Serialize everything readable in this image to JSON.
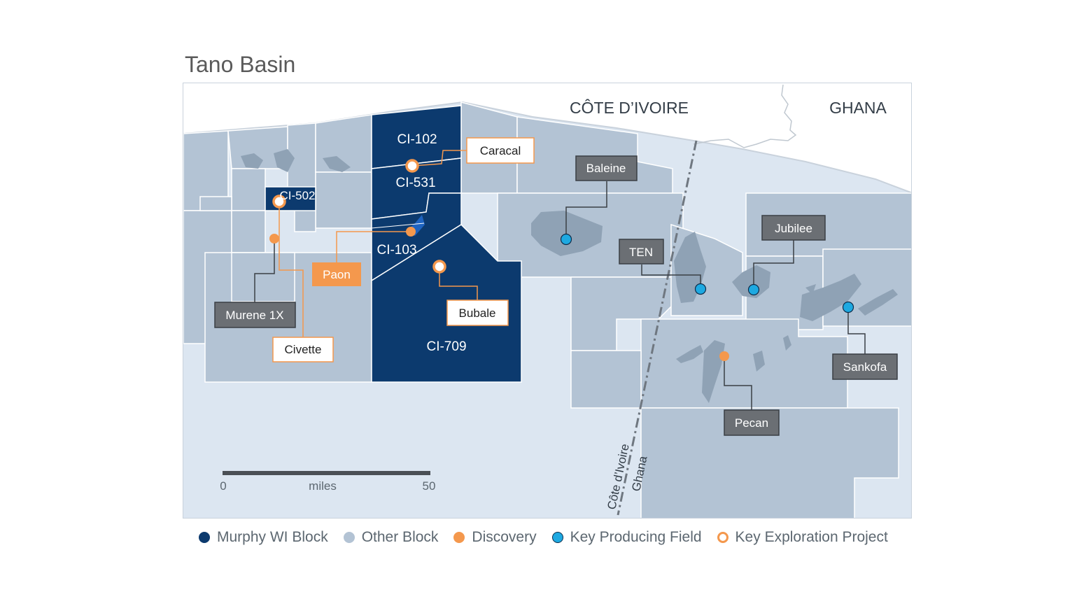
{
  "title": "Tano Basin",
  "colors": {
    "sea": "#dce6f1",
    "land": "#ffffff",
    "other_block": "#b3c3d4",
    "field": "#8fa2b5",
    "murphy_block": "#0c3a6e",
    "discovery": "#f4984d",
    "producing": "#1ea9e1",
    "label_dark": "#6b6f74"
  },
  "countries": {
    "cote_divoire": "CÔTE D’IVOIRE",
    "ghana": "GHANA"
  },
  "border_label": {
    "line1": "Côte d’Ivoire",
    "line2": "Ghana"
  },
  "blocks": {
    "ci102": "CI-102",
    "ci531": "CI-531",
    "ci502": "CI-502",
    "ci103": "CI-103",
    "ci709": "CI-709"
  },
  "callouts": {
    "caracal": "Caracal",
    "paon": "Paon",
    "bubale": "Bubale",
    "civette": "Civette",
    "murene": "Murene 1X",
    "baleine": "Baleine",
    "ten": "TEN",
    "jubilee": "Jubilee",
    "sankofa": "Sankofa",
    "pecan": "Pecan"
  },
  "scale": {
    "min": "0",
    "unit": "miles",
    "max": "50"
  },
  "legend": [
    {
      "label": "Murphy WI Block",
      "icon": "navy-dot-icon"
    },
    {
      "label": "Other Block",
      "icon": "gray-dot-icon"
    },
    {
      "label": "Discovery",
      "icon": "orange-dot-icon"
    },
    {
      "label": "Key Producing Field",
      "icon": "blue-dot-icon"
    },
    {
      "label": "Key Exploration Project",
      "icon": "orange-ring-icon"
    }
  ]
}
